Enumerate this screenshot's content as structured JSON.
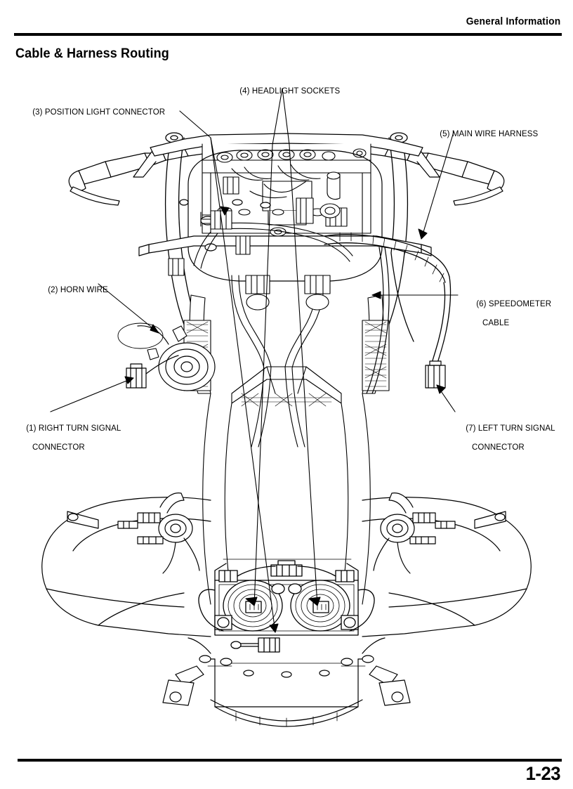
{
  "header": {
    "section_title": "General Information"
  },
  "page_title": "Cable & Harness Routing",
  "footer": {
    "page_number": "1-23"
  },
  "callouts": [
    {
      "id": "position-light-connector",
      "number": "(3)",
      "line1": "(3) POSITION LIGHT CONNECTOR",
      "line2": ""
    },
    {
      "id": "headlight-sockets",
      "number": "(4)",
      "line1": "(4) HEADLIGHT SOCKETS",
      "line2": ""
    },
    {
      "id": "main-wire-harness",
      "number": "(5)",
      "line1": "(5) MAIN WIRE HARNESS",
      "line2": ""
    },
    {
      "id": "horn-wire",
      "number": "(2)",
      "line1": "(2) HORN WIRE",
      "line2": ""
    },
    {
      "id": "speedometer-cable",
      "number": "(6)",
      "line1": "(6) SPEEDOMETER",
      "line2": "CABLE"
    },
    {
      "id": "right-turn-signal-connector",
      "number": "(1)",
      "line1": "(1) RIGHT TURN SIGNAL",
      "line2": "CONNECTOR"
    },
    {
      "id": "left-turn-signal-connector",
      "number": "(7)",
      "line1": "(7) LEFT TURN SIGNAL",
      "line2": "CONNECTOR"
    }
  ],
  "illustration": {
    "caption": "motorcycle-front-cowl-wire-harness-routing-diagram",
    "line_color": "#000000",
    "fill_color": "#ffffff"
  }
}
